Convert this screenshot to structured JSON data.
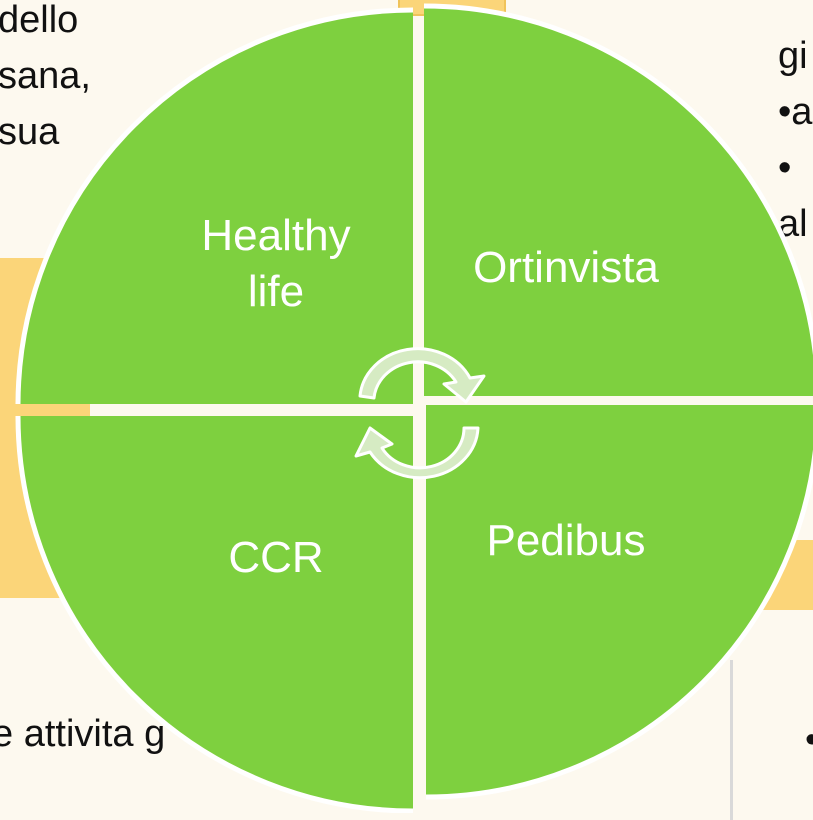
{
  "background": {
    "left_text_lines": [
      "dello",
      "sana,",
      "sua"
    ],
    "bottom_left_text": "e attivita g",
    "right_text_lines": [
      "gi",
      "•a",
      "• ",
      "al"
    ],
    "bottom_right_text": "•"
  },
  "diagram": {
    "quadrants": [
      {
        "id": "top-left",
        "label_lines": [
          "Healthy",
          "life"
        ]
      },
      {
        "id": "top-right",
        "label_lines": [
          "Ortinvista"
        ]
      },
      {
        "id": "bottom-left",
        "label_lines": [
          "CCR"
        ]
      },
      {
        "id": "bottom-right",
        "label_lines": [
          "Pedibus"
        ]
      }
    ],
    "center_icon": "cycle-arrows-icon"
  },
  "colors": {
    "quadrant_fill": "#7ed03f",
    "divider": "#ffffff",
    "box_fill": "#fbd579",
    "page_bg": "#fdf9ef",
    "arrow_fill": "#d6ebc3"
  }
}
